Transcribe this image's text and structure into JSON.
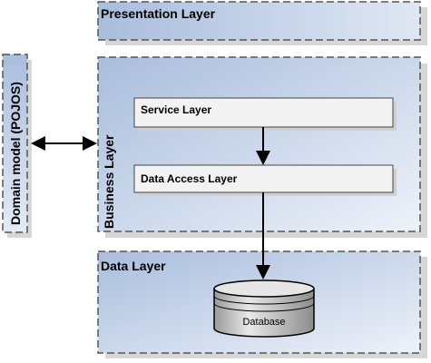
{
  "diagram": {
    "layers": {
      "presentation": "Presentation Layer",
      "business": "Business Layer",
      "data": "Data Layer"
    },
    "boxes": {
      "service": "Service Layer",
      "data_access": "Data Access Layer"
    },
    "domain_model": "Domain model (POJOS)",
    "database": "Database",
    "colors": {
      "layer_fill_dark": "#a9bddd",
      "layer_fill_light": "#eef2f9",
      "shadow": "#d9d9d9",
      "box_fill": "#f3f3f3",
      "dash": "#555555",
      "db_fill": "#cfcfcf"
    }
  }
}
